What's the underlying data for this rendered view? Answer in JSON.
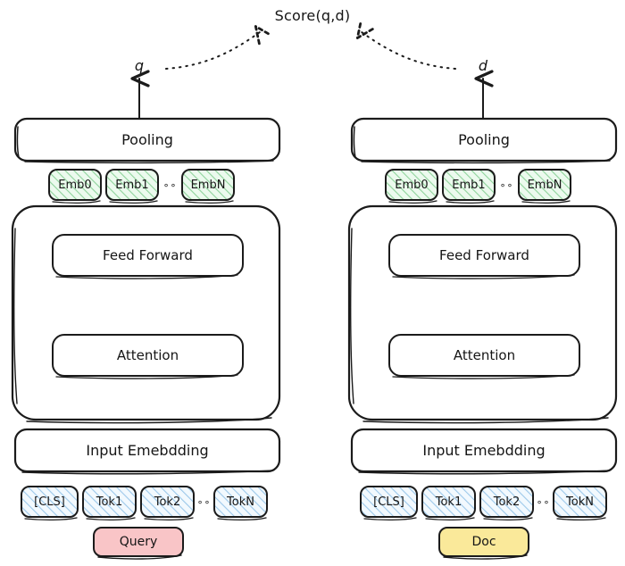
{
  "diagram": {
    "title": "Score(q,d)",
    "background_color": "#ffffff",
    "stroke_color": "#1b1b1b",
    "type": "bi-encoder-architecture",
    "ellipsis_glyph": "∘∘",
    "palette": {
      "embedding_fill": "#e9f7ea",
      "embedding_hatch": "#9bd7a4",
      "token_fill": "#eaf4fd",
      "token_hatch": "#9ec9ea",
      "query_fill": "#f9c5c7",
      "query_stroke": "#1b1b1b",
      "doc_fill": "#fae99a",
      "doc_stroke": "#1b1b1b",
      "plain_fill": "#ffffff"
    },
    "columns": [
      {
        "id": "query-tower",
        "vector_label": "q",
        "pooling_label": "Pooling",
        "embeddings": [
          "Emb0",
          "Emb1",
          "EmbN"
        ],
        "embeddings_ellipsis": "∘∘",
        "encoder_blocks": [
          "Feed Forward",
          "Attention"
        ],
        "input_embedding_label": "Input Emebdding",
        "tokens": [
          "[CLS]",
          "Tok1",
          "Tok2",
          "TokN"
        ],
        "tokens_ellipsis": "∘∘",
        "source_label": "Query",
        "source_kind": "query"
      },
      {
        "id": "doc-tower",
        "vector_label": "d",
        "pooling_label": "Pooling",
        "embeddings": [
          "Emb0",
          "Emb1",
          "EmbN"
        ],
        "embeddings_ellipsis": "∘∘",
        "encoder_blocks": [
          "Feed Forward",
          "Attention"
        ],
        "input_embedding_label": "Input Emebdding",
        "tokens": [
          "[CLS]",
          "Tok1",
          "Tok2",
          "TokN"
        ],
        "tokens_ellipsis": "∘∘",
        "source_label": "Doc",
        "source_kind": "doc"
      }
    ]
  }
}
